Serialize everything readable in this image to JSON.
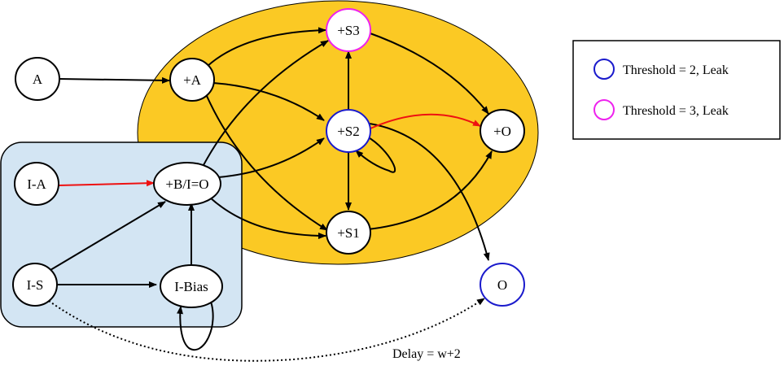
{
  "diagram": {
    "colors": {
      "cluster_yellow": "#fbc924",
      "cluster_blue": "#d3e5f3",
      "threshold2_ring": "#1a1acc",
      "threshold3_ring": "#ee22ee",
      "red_edge": "#ee1111",
      "black": "#000000"
    },
    "nodes": {
      "A": "A",
      "plusA": "+A",
      "S3": "+S3",
      "S2": "+S2",
      "S1": "+S1",
      "plusO": "+O",
      "O": "O",
      "BIO": "+B/I=O",
      "IA": "I-A",
      "IS": "I-S",
      "IBias": "I-Bias"
    },
    "legend": {
      "threshold2": "Threshold = 2, Leak",
      "threshold3": "Threshold = 3, Leak"
    },
    "edge_labels": {
      "delay": "Delay = w+2"
    }
  }
}
